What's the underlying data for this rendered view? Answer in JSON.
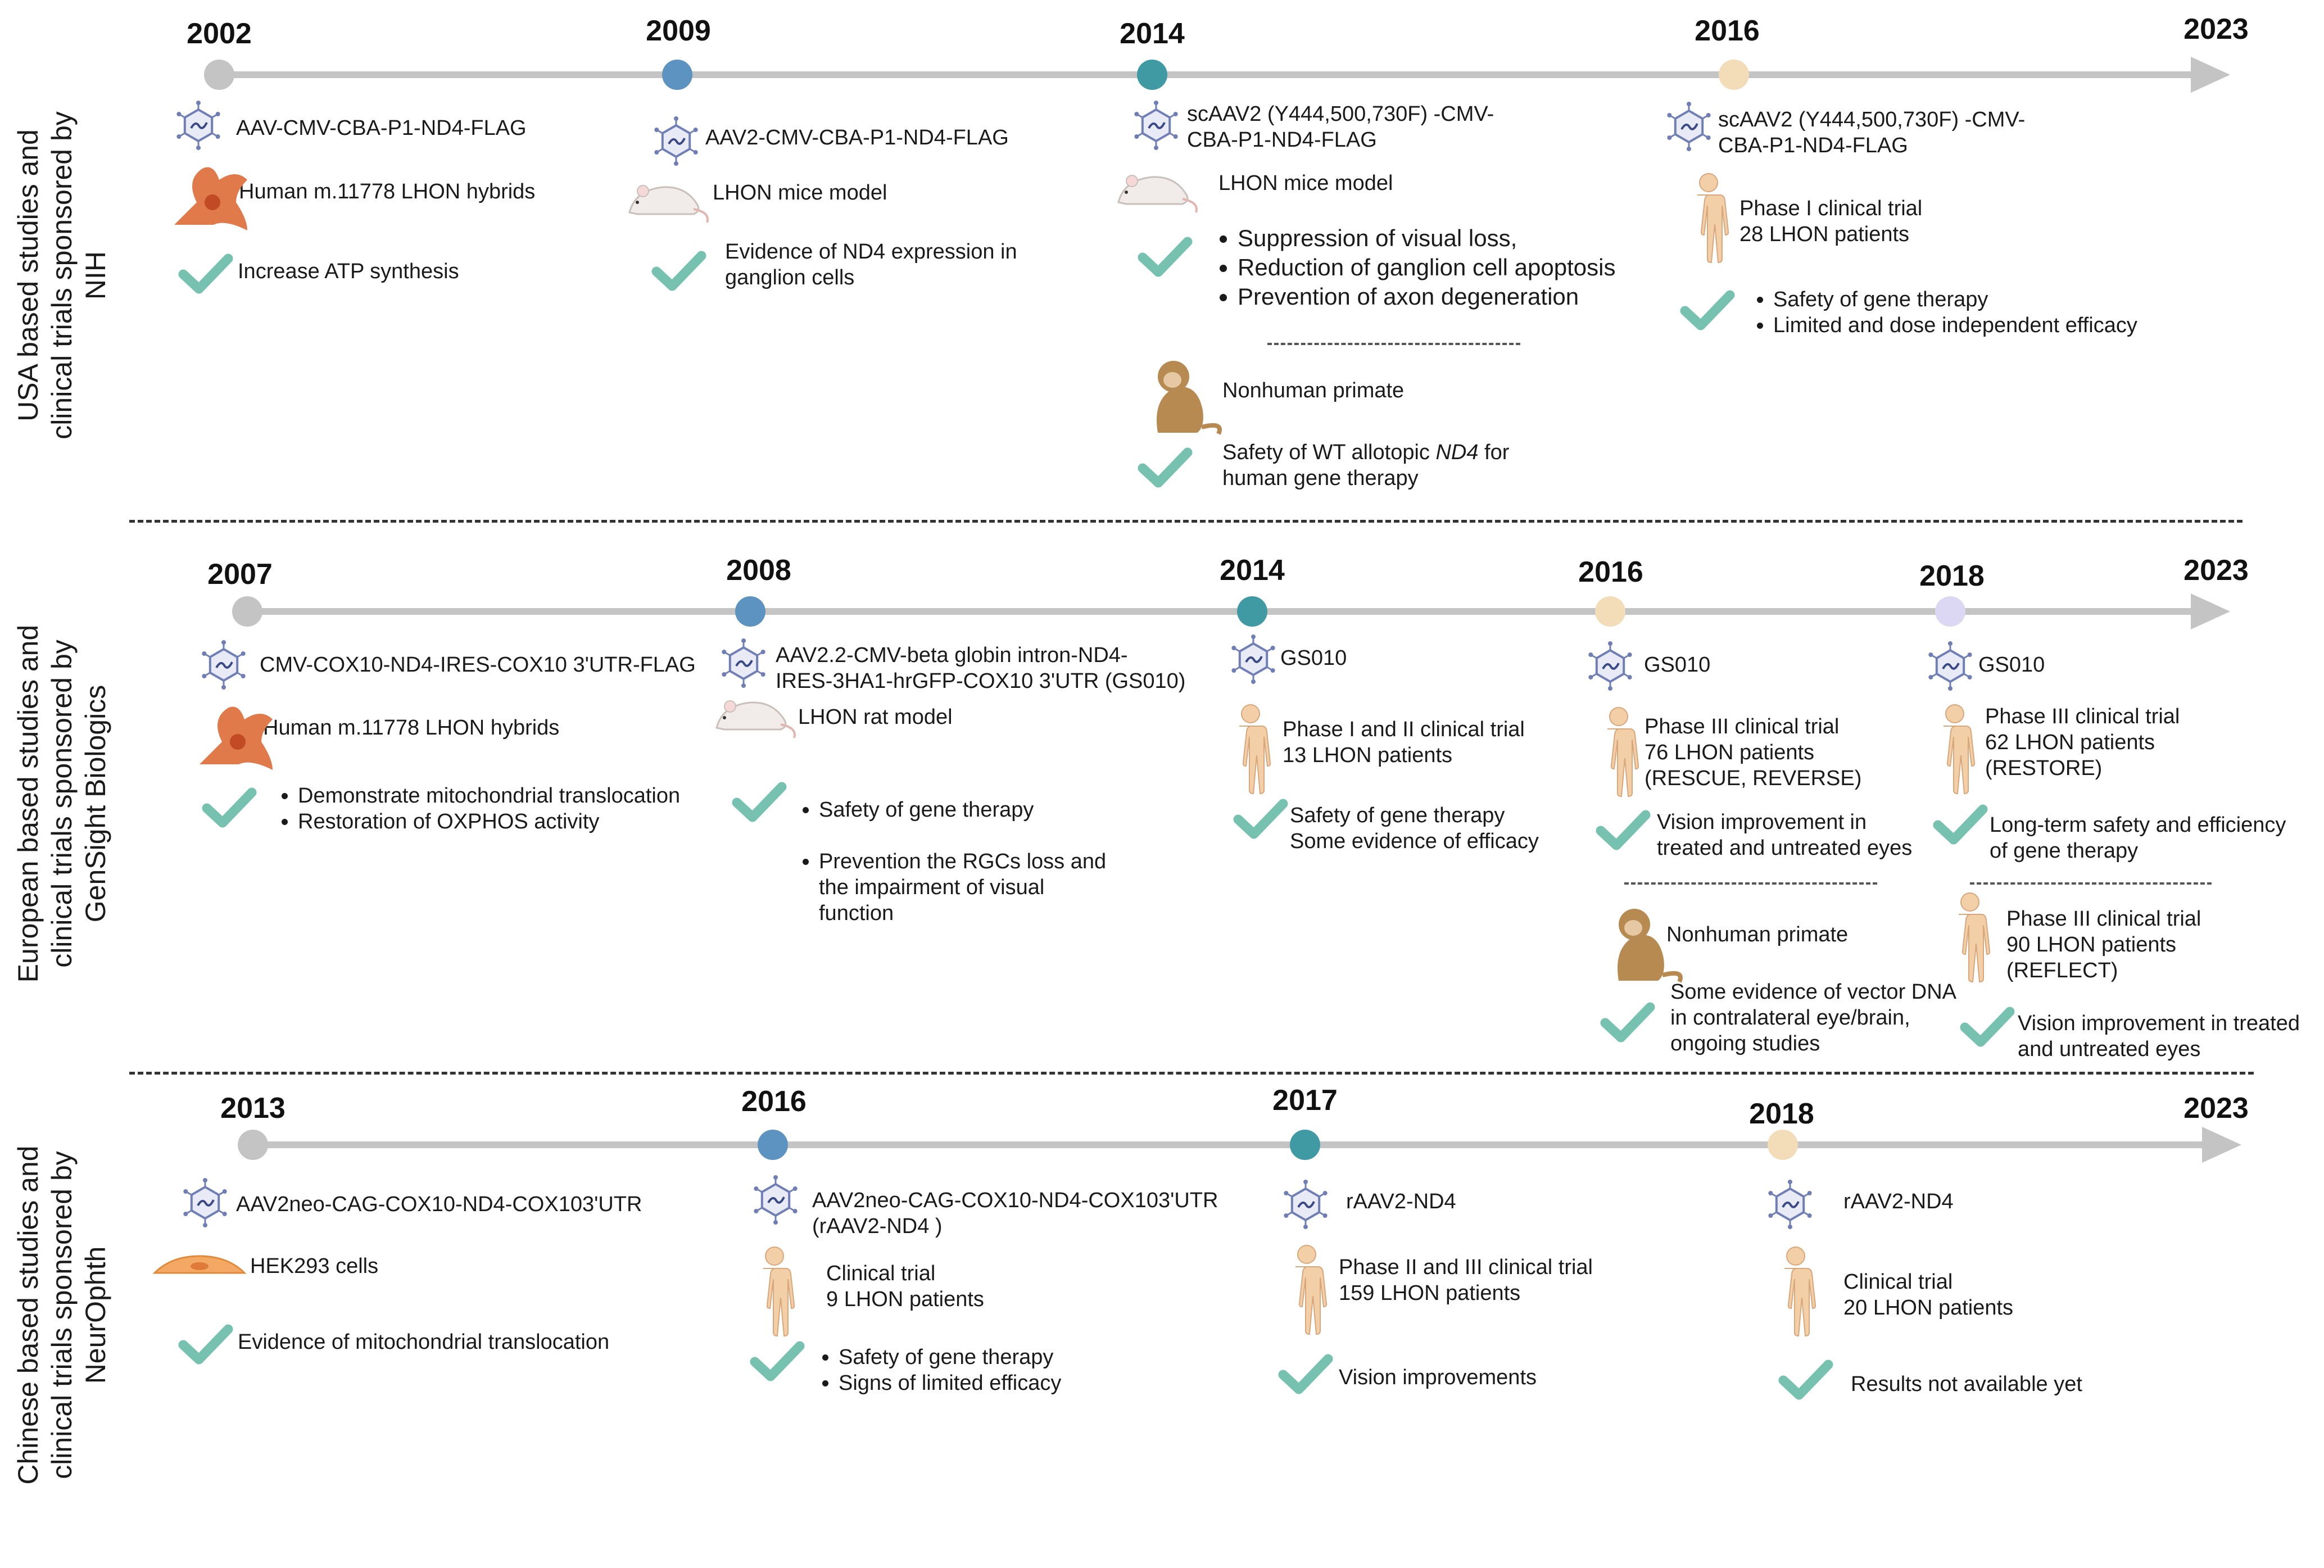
{
  "rows": [
    {
      "label": "USA based studies and\nclinical trials sponsored by\nNIH",
      "end_year": "2023",
      "milestones": [
        {
          "year": "2002",
          "color": "#c4c4c4"
        },
        {
          "year": "2009",
          "color": "#5d93c0"
        },
        {
          "year": "2014",
          "color": "#3f9aa4"
        },
        {
          "year": "2016",
          "color": "#f3dcb8"
        }
      ],
      "vectors": [
        "AAV-CMV-CBA-P1-ND4-FLAG",
        "AAV2-CMV-CBA-P1-ND4-FLAG",
        "scAAV2 (Y444,500,730F) -CMV-\nCBA-P1-ND4-FLAG",
        "scAAV2 (Y444,500,730F) -CMV-\nCBA-P1-ND4-FLAG"
      ],
      "models": [
        "Human m.11778 LHON hybrids",
        "LHON mice model",
        "LHON mice model",
        "Phase I clinical trial\n28 LHON patients"
      ],
      "results": {
        "r1": "Increase ATP synthesis",
        "r2": "Evidence of ND4 expression in\nganglion cells",
        "r3": [
          "Suppression of visual loss,",
          "Reduction of ganglion cell apoptosis",
          "Prevention of axon degeneration"
        ],
        "r4": [
          "Safety of gene therapy",
          "Limited and dose independent efficacy"
        ]
      },
      "primate": {
        "label": "Nonhuman primate",
        "result_prefix": "Safety of WT allotopic ",
        "result_em": "ND4",
        "result_suffix": " for\nhuman gene therapy"
      }
    },
    {
      "label": "European based studies  and\nclinical trials sponsored by\nGenSight Biologics",
      "end_year": "2023",
      "milestones": [
        {
          "year": "2007",
          "color": "#c4c4c4"
        },
        {
          "year": "2008",
          "color": "#5d93c0"
        },
        {
          "year": "2014",
          "color": "#3f9aa4"
        },
        {
          "year": "2016",
          "color": "#f3dcb8"
        },
        {
          "year": "2018",
          "color": "#dcd8f3"
        }
      ],
      "vectors": [
        "CMV-COX10-ND4-IRES-COX10 3'UTR-FLAG",
        "AAV2.2-CMV-beta globin intron-ND4-\nIRES-3HA1-hrGFP-COX10 3'UTR (GS010)",
        "GS010",
        "GS010",
        "GS010"
      ],
      "models": [
        "Human m.11778 LHON hybrids",
        "LHON rat model",
        "Phase I and II  clinical trial\n13 LHON patients",
        "Phase III clinical trial\n76  LHON patients\n(RESCUE, REVERSE)",
        "Phase III clinical trial\n62 LHON patients\n(RESTORE)"
      ],
      "results": {
        "r1": [
          "Demonstrate mitochondrial translocation",
          "Restoration of OXPHOS activity"
        ],
        "r2": [
          "Safety of gene therapy",
          "Prevention the RGCs loss and\nthe impairment of visual\nfunction"
        ],
        "r3": "Safety of gene therapy\nSome evidence of efficacy",
        "r4": "Vision improvement in\n treated and untreated eyes",
        "r5": "Long-term safety and efficiency\n of gene therapy"
      },
      "primate": {
        "label": "Nonhuman primate",
        "result": "Some evidence of vector DNA\nin contralateral eye/brain,\nongoing studies"
      },
      "reflect": {
        "model": "Phase III clinical trial\n90 LHON patients\n(REFLECT)",
        "result": "Vision improvement in treated\n and untreated eyes"
      }
    },
    {
      "label": "Chinese based studies and\nclinical trials sponsored by\nNeurOphth",
      "end_year": "2023",
      "milestones": [
        {
          "year": "2013",
          "color": "#c4c4c4"
        },
        {
          "year": "2016",
          "color": "#5d93c0"
        },
        {
          "year": "2017",
          "color": "#3f9aa4"
        },
        {
          "year": "2018",
          "color": "#f3dcb8"
        }
      ],
      "vectors": [
        "AAV2neo-CAG-COX10-ND4-COX103'UTR",
        "AAV2neo-CAG-COX10-ND4-COX103'UTR\n(rAAV2-ND4 )",
        "rAAV2-ND4",
        "rAAV2-ND4"
      ],
      "models": [
        "HEK293 cells",
        "Clinical trial\n 9 LHON patients",
        "Phase II and III  clinical trial\n159 LHON patients",
        "Clinical trial\n20 LHON patients"
      ],
      "results": {
        "r1": "Evidence of mitochondrial translocation",
        "r2": [
          "Safety of gene therapy",
          "Signs of limited efficacy"
        ],
        "r3": "Vision improvements",
        "r4": "Results not available yet"
      }
    }
  ],
  "colors": {
    "axis": "#c4c4c4",
    "check": "#76c1b0",
    "cell": "#e07a4a",
    "skin": "#f3cfa8",
    "virus": "#6f7fb5",
    "monkey": "#b78a52",
    "mouse": "#f1ecea"
  }
}
